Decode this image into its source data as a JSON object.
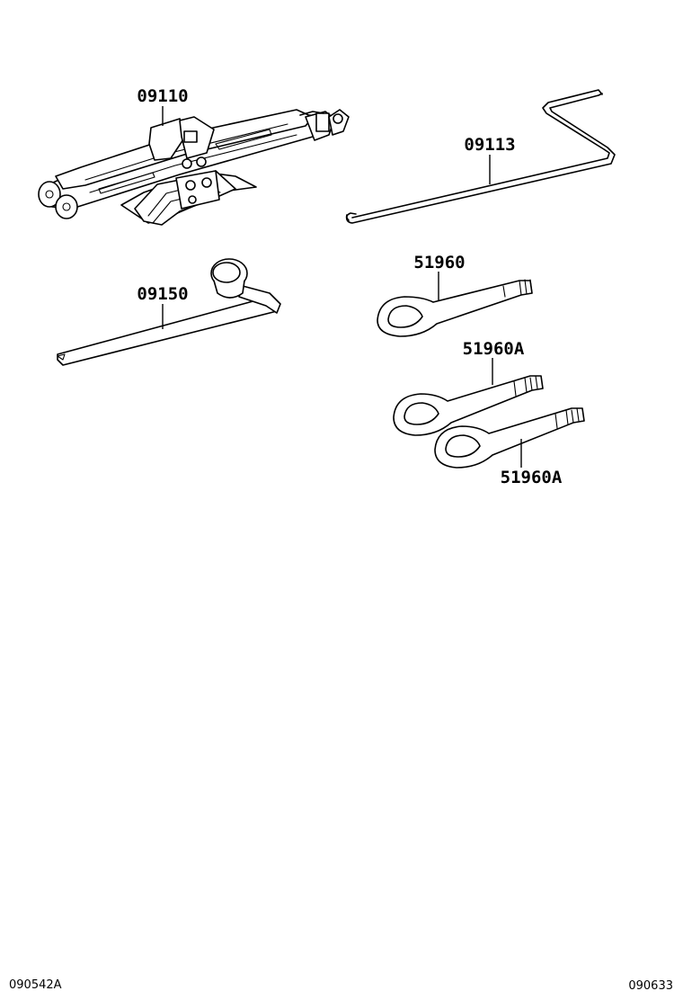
{
  "parts": [
    {
      "id": "jack",
      "number": "09110",
      "icon": "scissor-jack"
    },
    {
      "id": "jack-handle",
      "number": "09113",
      "icon": "jack-handle-rod"
    },
    {
      "id": "wheel-wrench",
      "number": "09150",
      "icon": "lug-wrench"
    },
    {
      "id": "towing-eye",
      "number": "51960",
      "icon": "towing-eye-hook"
    },
    {
      "id": "towing-eye-a-upper",
      "number": "51960A",
      "icon": "towing-eye-hook"
    },
    {
      "id": "towing-eye-a-lower",
      "number": "51960A",
      "icon": "towing-eye-hook"
    }
  ],
  "footer": {
    "left_code": "090542A",
    "right_code": "090633"
  }
}
